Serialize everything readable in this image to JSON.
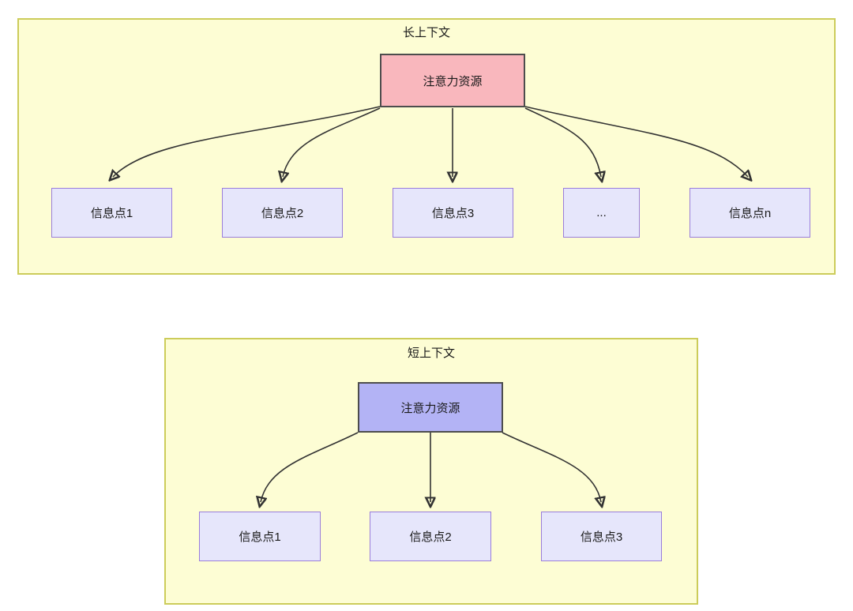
{
  "diagram": {
    "type": "tree-diagram",
    "background": "#ffffff",
    "colors": {
      "container_fill": "#fdfdd4",
      "container_border": "#cccc5a",
      "root_long_fill": "#f9b7bd",
      "root_short_fill": "#b3b3f5",
      "root_border": "#4d4d4d",
      "leaf_fill": "#e6e6fb",
      "leaf_border": "#9a7ddb",
      "edge_stroke": "#333333"
    },
    "groups": [
      {
        "id": "long-context",
        "title": "长上下文",
        "root": {
          "label": "注意力资源"
        },
        "leaves": [
          {
            "label": "信息点1"
          },
          {
            "label": "信息点2"
          },
          {
            "label": "信息点3"
          },
          {
            "label": "..."
          },
          {
            "label": "信息点n"
          }
        ]
      },
      {
        "id": "short-context",
        "title": "短上下文",
        "root": {
          "label": "注意力资源"
        },
        "leaves": [
          {
            "label": "信息点1"
          },
          {
            "label": "信息点2"
          },
          {
            "label": "信息点3"
          }
        ]
      }
    ]
  }
}
